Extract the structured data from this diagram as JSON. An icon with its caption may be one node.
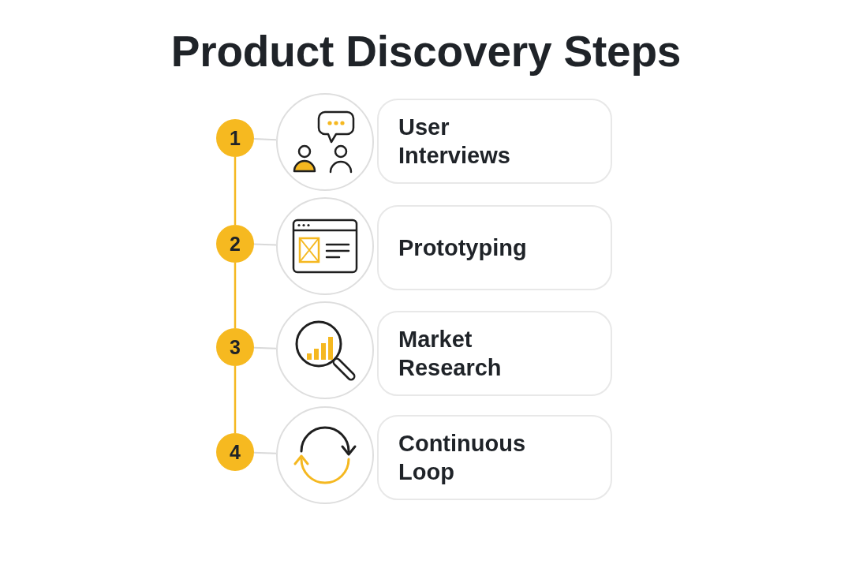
{
  "diagram": {
    "title": "Product Discovery Steps",
    "nodes": [
      {
        "text": [
          "1"
        ]
      },
      {
        "text": [],
        "shape": "circle"
      },
      {
        "text": [
          "User Interviews"
        ]
      },
      {
        "text": [
          "2"
        ]
      },
      {
        "text": [],
        "shape": "circle"
      },
      {
        "text": [
          "Prototyping"
        ]
      },
      {
        "text": [
          "3"
        ]
      },
      {
        "text": [],
        "shape": "circle"
      },
      {
        "text": [
          "Market Research"
        ]
      },
      {
        "text": [
          "4"
        ]
      },
      {
        "text": [],
        "shape": "circle"
      },
      {
        "text": [
          "Continuous Loop"
        ]
      }
    ],
    "edges": [
      {
        "from": 0,
        "to": 1,
        "arrow": "none"
      },
      {
        "from": 0,
        "to": 3,
        "arrow": "none",
        "color": "#f5b820"
      },
      {
        "from": 3,
        "to": 4,
        "arrow": "none"
      },
      {
        "from": 3,
        "to": 6,
        "arrow": "none",
        "color": "#f5b820"
      },
      {
        "from": 6,
        "to": 7,
        "arrow": "none"
      },
      {
        "from": 6,
        "to": 9,
        "arrow": "none",
        "color": "#f5b820"
      },
      {
        "from": 9,
        "to": 10,
        "arrow": "none"
      }
    ]
  }
}
